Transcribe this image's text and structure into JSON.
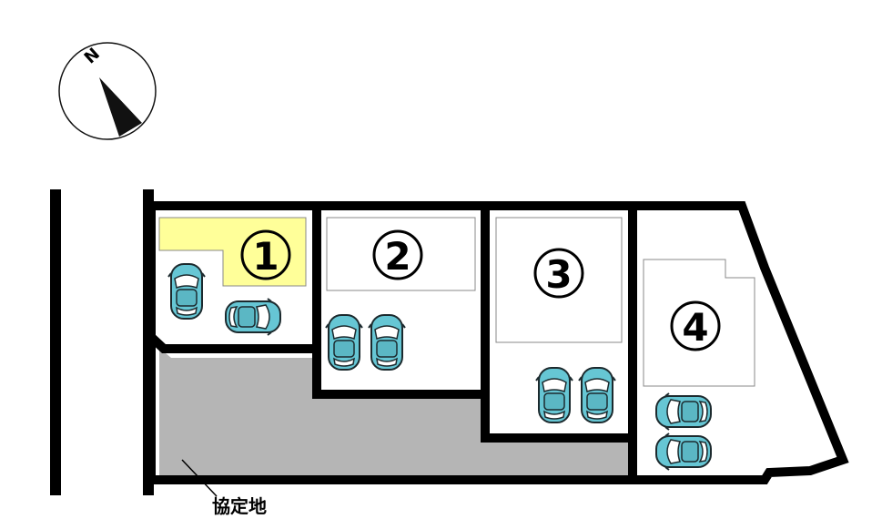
{
  "compass": {
    "north_label": "N",
    "icon": "north-arrow"
  },
  "lots": [
    {
      "id": "lot-1",
      "number": "1",
      "highlight_color": "#ffff99",
      "parking_spaces": 2
    },
    {
      "id": "lot-2",
      "number": "2",
      "parking_spaces": 2
    },
    {
      "id": "lot-3",
      "number": "3",
      "parking_spaces": 2
    },
    {
      "id": "lot-4",
      "number": "4",
      "parking_spaces": 2
    }
  ],
  "shared_area": {
    "label": "協定地",
    "color": "#b5b5b5"
  },
  "colors": {
    "car": "#66c6d4",
    "car_dark": "#1c2a2e",
    "outline": "#000000"
  }
}
